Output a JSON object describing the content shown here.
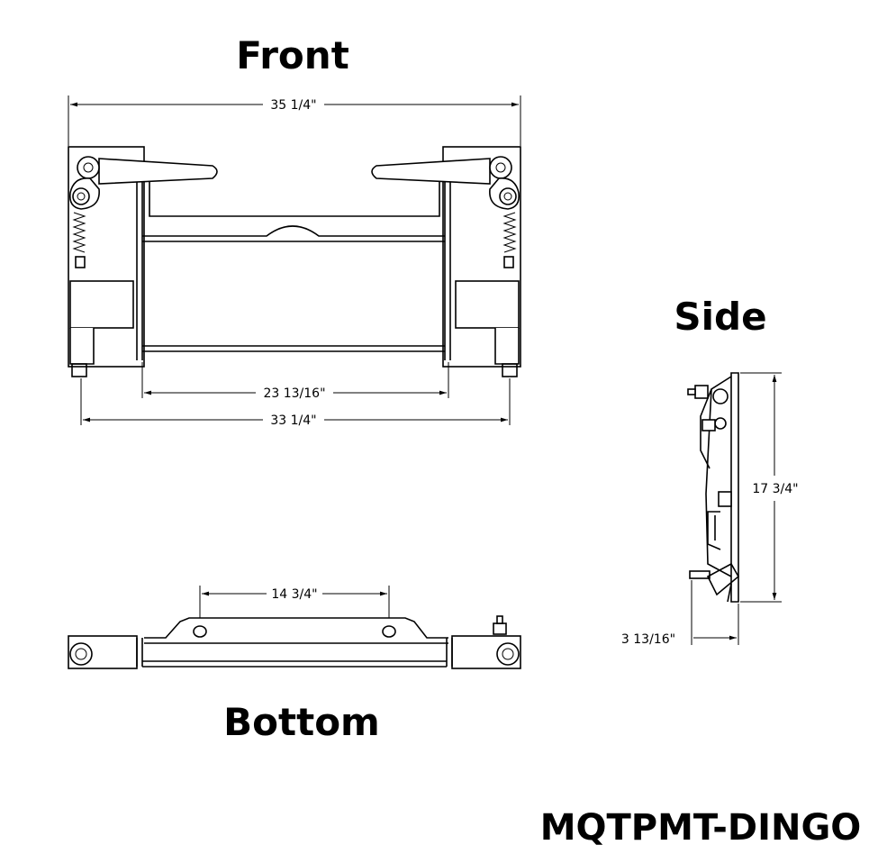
{
  "views": {
    "front": "Front",
    "side": "Side",
    "bottom": "Bottom"
  },
  "model": "MQTPMT-DINGO",
  "dimensions": {
    "front_overall_width": "35 1/4\"",
    "front_inner_width": "23 13/16\"",
    "front_base_width": "33 1/4\"",
    "bottom_hole_spacing": "14 3/4\"",
    "side_height": "17 3/4\"",
    "side_depth": "3 13/16\""
  }
}
